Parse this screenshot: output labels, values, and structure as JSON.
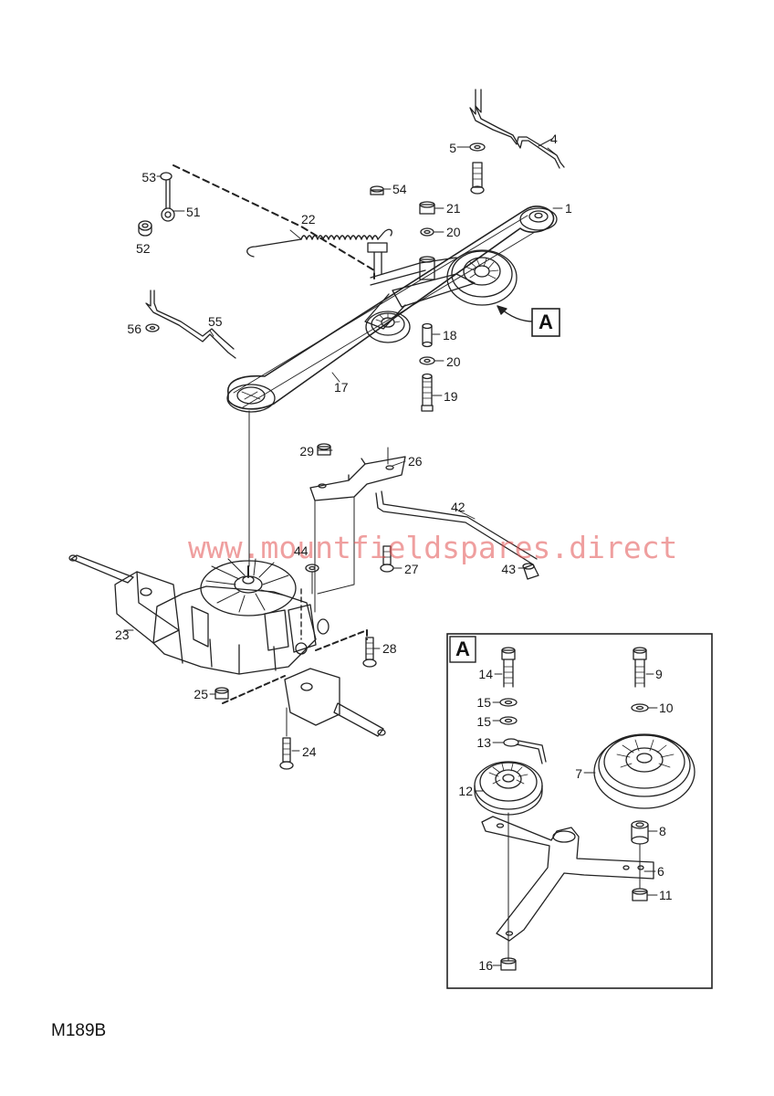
{
  "watermark": "www.mountfieldspares.direct",
  "drawing_code": "M189B",
  "view_marker": "A",
  "parts": {
    "p1": "1",
    "p4": "4",
    "p5": "5",
    "p17": "17",
    "p18": "18",
    "p19": "19",
    "p20a": "20",
    "p20b": "20",
    "p21": "21",
    "p22": "22",
    "p23": "23",
    "p24": "24",
    "p25": "25",
    "p26": "26",
    "p27": "27",
    "p28": "28",
    "p29": "29",
    "p42": "42",
    "p43": "43",
    "p44": "44",
    "p51": "51",
    "p52": "52",
    "p53": "53",
    "p54": "54",
    "p55": "55",
    "p56": "56"
  },
  "detail_parts": {
    "p6": "6",
    "p7": "7",
    "p8": "8",
    "p9": "9",
    "p10": "10",
    "p11": "11",
    "p12": "12",
    "p13": "13",
    "p14": "14",
    "p15a": "15",
    "p15b": "15",
    "p16": "16"
  }
}
